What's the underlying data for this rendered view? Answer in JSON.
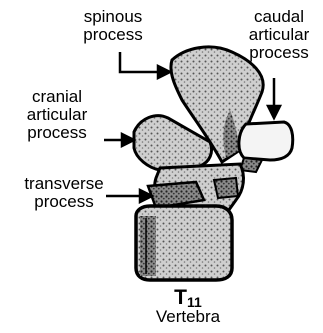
{
  "labels": {
    "spinous": [
      "spinous",
      "process"
    ],
    "caudal": [
      "caudal",
      "articular",
      "process"
    ],
    "cranial": [
      "cranial",
      "articular",
      "process"
    ],
    "transverse": [
      "transverse",
      "process"
    ]
  },
  "vertebra": {
    "symbol": "T",
    "subscript": "11",
    "caption": "Vertebra"
  }
}
